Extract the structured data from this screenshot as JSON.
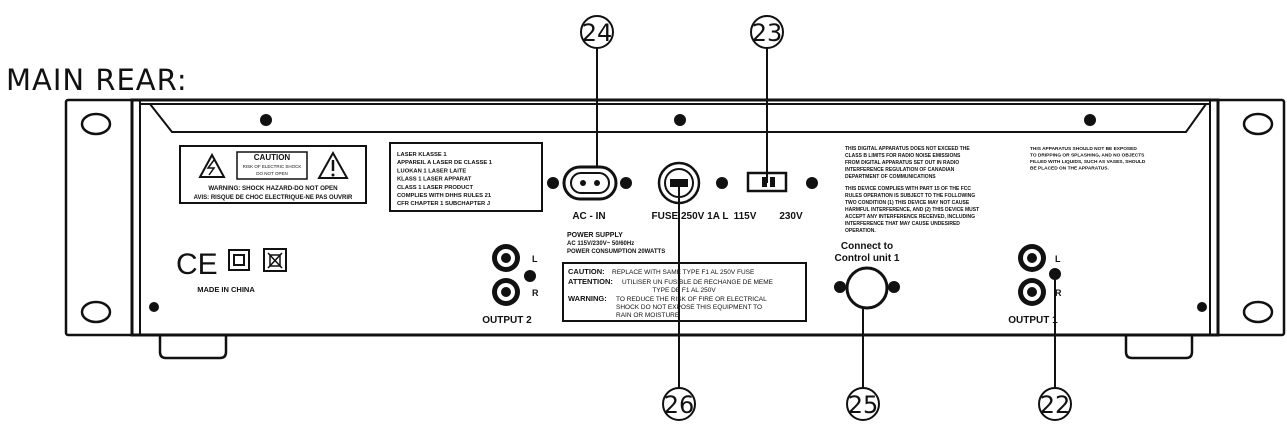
{
  "heading": "MAIN REAR:",
  "callouts": [
    {
      "number": "24"
    },
    {
      "number": "23"
    },
    {
      "number": "26"
    },
    {
      "number": "25"
    },
    {
      "number": "22"
    }
  ],
  "warning_label": {
    "title": "CAUTION",
    "caution_small_1": "RISK OF ELECTRIC SHOCK",
    "caution_small_2": "DO NOT OPEN",
    "line1": "WARNING: SHOCK HAZARD-DO NOT OPEN",
    "line2": "AVIS: RISQUE DE CHOC ELECTRIQUE-NE PAS OUVRIR"
  },
  "laser_label": {
    "lines": [
      "LASER KLASSE 1",
      "APPAREIL A LASER DE CLASSE 1",
      "LUOKAN 1 LASER LAITE",
      "KLASS 1 LASER APPARAT",
      "CLASS 1 LASER PRODUCT",
      "COMPLIES WITH DHHS RULES 21",
      "CFR CHAPTER 1 SUBCHAPTER J"
    ]
  },
  "ports": {
    "ac_in": "AC - IN",
    "fuse": "FUSE 250V 1A L",
    "v115": "115V",
    "v230": "230V",
    "output2": "OUTPUT 2",
    "output1": "OUTPUT 1",
    "left": "L",
    "right": "R",
    "connect_line1": "Connect to",
    "connect_line2": "Control unit 1"
  },
  "power_supply": {
    "title": "POWER SUPPLY",
    "line1": "AC 115V/230V~ 50/60Hz",
    "line2": "POWER CONSUMPTION 20WATTS"
  },
  "caution_box": {
    "caution_key": "CAUTION:",
    "caution_text": "REPLACE WITH SAME TYPE F1 AL 250V FUSE",
    "attention_key": "ATTENTION:",
    "attention_text1": "UTILISER UN FUSIBLE DE RECHANGE DE MEME",
    "attention_text2": "TYPE DE F1 AL 250V",
    "warning_key": "WARNING:",
    "warning_text1": "TO REDUCE THE RISK OF FIRE OR ELECTRICAL",
    "warning_text2": "SHOCK DO NOT EXPOSE THIS EQUIPMENT TO",
    "warning_text3": "RAIN OR MOISTURE"
  },
  "regulatory_text": {
    "lines": [
      "THIS DIGITAL APPARATUS DOES NOT EXCEED THE",
      "CLASS B LIMITS FOR RADIO NOISE EMISSIONS",
      "FROM DIGITAL APPARATUS SET OUT IN RADIO",
      "INTERFERENCE REGULATION OF CANADIAN",
      "DEPARTMENT OF COMMUNICATIONS"
    ]
  },
  "fcc_text": {
    "lines": [
      "THIS DEVICE COMPLIES WITH PART 15 OF THE FCC",
      "RULES OPERATION IS SUBJECT TO THE FOLLOWING",
      "TWO CONDITION (1) THIS DEVICE MAY NOT CAUSE",
      "HARMFUL INTERFERENCE, AND (2) THIS DEVICE MUST",
      "ACCEPT ANY INTERFERENCE RECEIVED, INCLUDING",
      "INTERFERENCE THAT MAY CAUSE UNDESIRED",
      "OPERATION."
    ]
  },
  "splash_text": {
    "lines": [
      "THIS APPARATUS SHOULD NOT BE EXPOSED",
      "TO DRIPPING OR SPLASHING, AND NO OBJECTS",
      "FILLED WITH LIQUIDS, SUCH AS VASES, SHOULD",
      "BE PLACED ON THE APPARATUS."
    ]
  },
  "made_in": "MADE IN CHINA",
  "ce_mark": "CE"
}
